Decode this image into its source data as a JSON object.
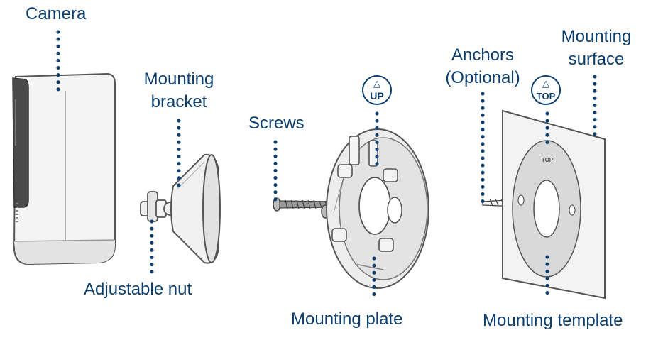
{
  "labels": {
    "camera": "Camera",
    "mounting_bracket_line1": "Mounting",
    "mounting_bracket_line2": "bracket",
    "screws": "Screws",
    "anchors_line1": "Anchors",
    "anchors_line2": "(Optional)",
    "mounting_surface_line1": "Mounting",
    "mounting_surface_line2": "surface",
    "adjustable_nut": "Adjustable nut",
    "mounting_plate": "Mounting plate",
    "mounting_template": "Mounting template"
  },
  "badges": {
    "up": "UP",
    "top": "TOP",
    "arrow": "△"
  },
  "imprints": {
    "template_top": "TOP"
  },
  "colors": {
    "label": "#0d3f6e",
    "dots": "#0d3f6e",
    "outline": "#555555",
    "part_fill": "#f2f2f2",
    "part_shade": "#d8d8d8"
  }
}
